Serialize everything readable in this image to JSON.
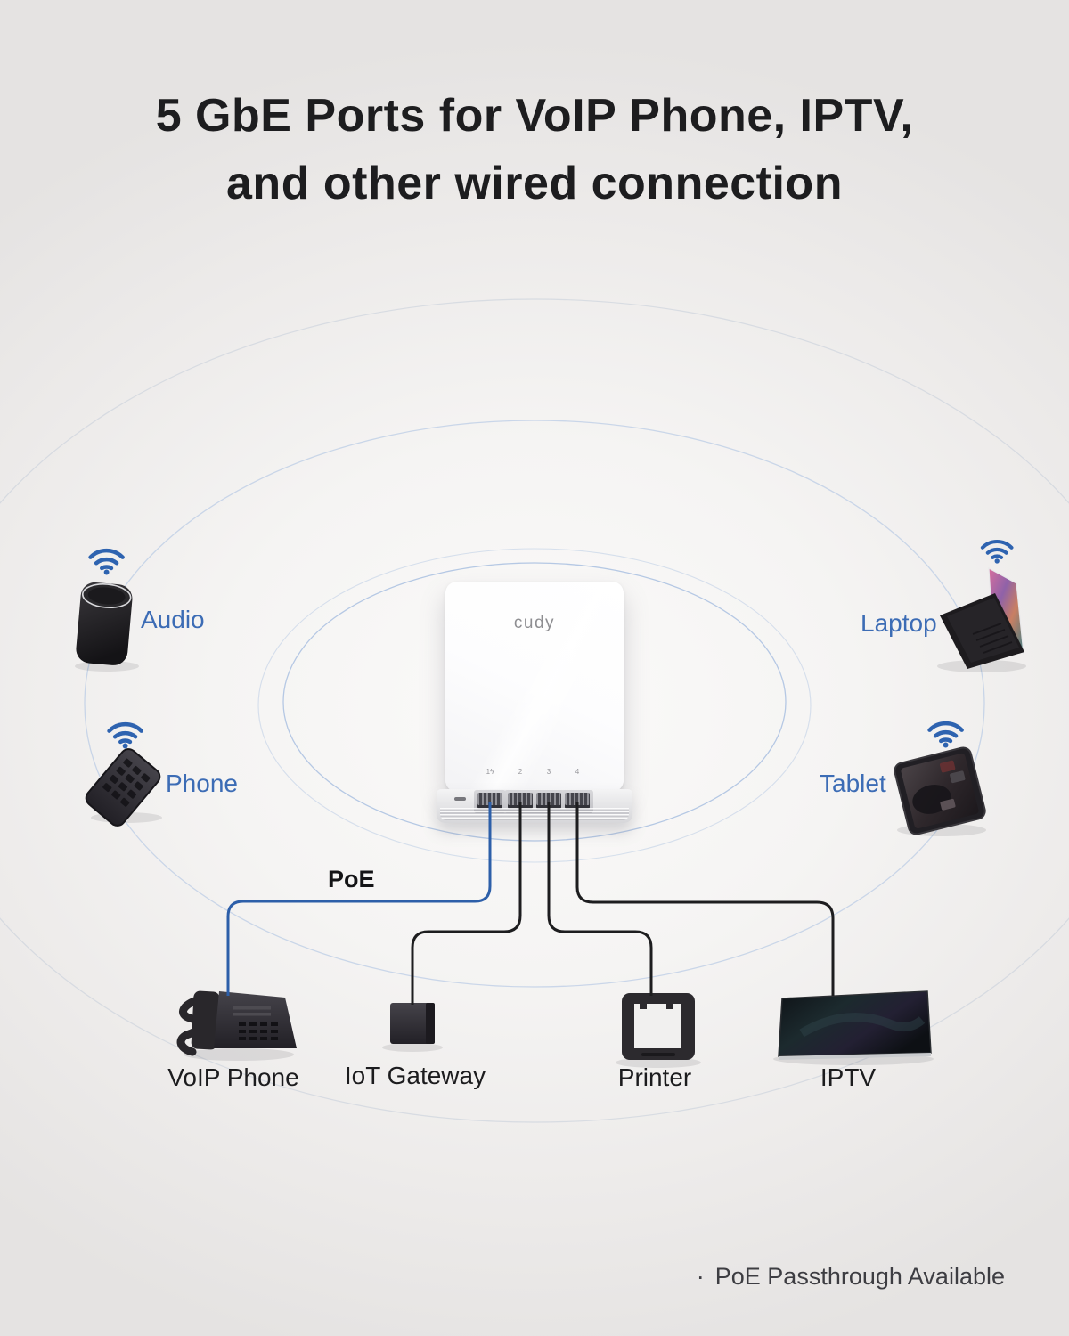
{
  "title": {
    "line1": "5 GbE Ports for VoIP Phone, IPTV,",
    "line2": "and other wired connection"
  },
  "ap": {
    "brand": "cudy",
    "ports": [
      "1ϟ",
      "2",
      "3",
      "4"
    ]
  },
  "wireless": {
    "audio": {
      "label": "Audio"
    },
    "phone": {
      "label": "Phone"
    },
    "laptop": {
      "label": "Laptop"
    },
    "tablet": {
      "label": "Tablet"
    }
  },
  "wired": {
    "voip": {
      "label": "VoIP Phone"
    },
    "iot": {
      "label": "IoT Gateway"
    },
    "printer": {
      "label": "Printer"
    },
    "iptv": {
      "label": "IPTV"
    }
  },
  "poe_label": "PoE",
  "footnote": {
    "bullet": "·",
    "text": "PoE Passthrough Available"
  },
  "colors": {
    "accent_blue": "#3c6cb5",
    "wifi_blue": "#2e63b0",
    "wire_blue": "#2d5fa9",
    "wire_black": "#1d1d1f",
    "title_color": "#1d1d1f",
    "note_color": "#3d3d42",
    "logo_gray": "#8e8e91"
  }
}
